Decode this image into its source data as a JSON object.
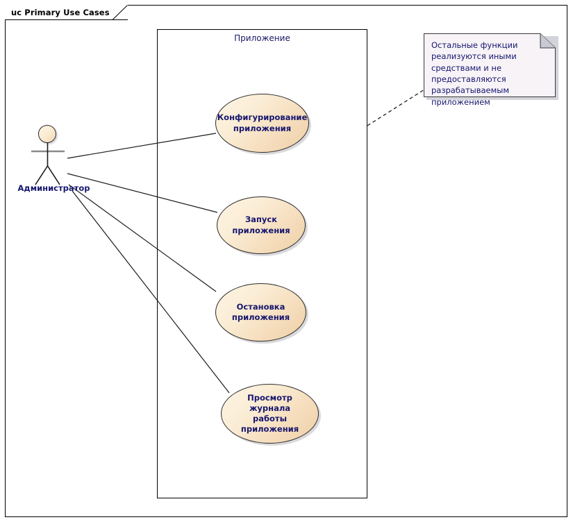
{
  "frame": {
    "label": "uc Primary Use Cases"
  },
  "system_boundary": {
    "label": "Приложение"
  },
  "actor": {
    "label": "Администратор",
    "icon": "stick-figure-actor-icon"
  },
  "use_cases": [
    {
      "id": "configure",
      "label": "Конфигурирование\nприложения"
    },
    {
      "id": "start",
      "label": "Запуск приложения"
    },
    {
      "id": "stop",
      "label": "Остановка\nприложения"
    },
    {
      "id": "view-log",
      "label": "Просмотр журнала\nработы приложения"
    }
  ],
  "note": {
    "text": "Остальные функции реализуются иными средствами и не предоставляются разрабатываемым приложением"
  },
  "colors": {
    "use_case_fill_light": "#fdf4e4",
    "use_case_fill_dark": "#eccfa5",
    "use_case_stroke": "#2b2b2b",
    "label_text": "#16166e",
    "note_fill": "#f7f3f7",
    "note_stroke": "#3a3a3a",
    "frame_stroke": "#000000",
    "connector_stroke": "#1a1a1a"
  }
}
